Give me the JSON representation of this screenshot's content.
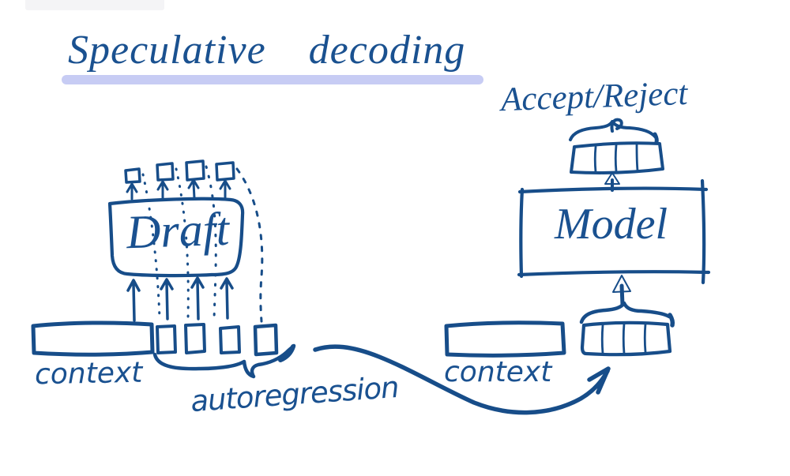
{
  "page": {
    "background": "#ffffff",
    "ink_color": "#174d89",
    "highlight_color": "#c7ccf4"
  },
  "title": {
    "text": "Speculative decoding"
  },
  "draft_pipeline": {
    "box_label": "Draft",
    "context_label": "context",
    "brace_label": "autoregression"
  },
  "verify_pipeline": {
    "box_label": "Model",
    "context_label": "context",
    "decision_label": "Accept/Reject"
  }
}
